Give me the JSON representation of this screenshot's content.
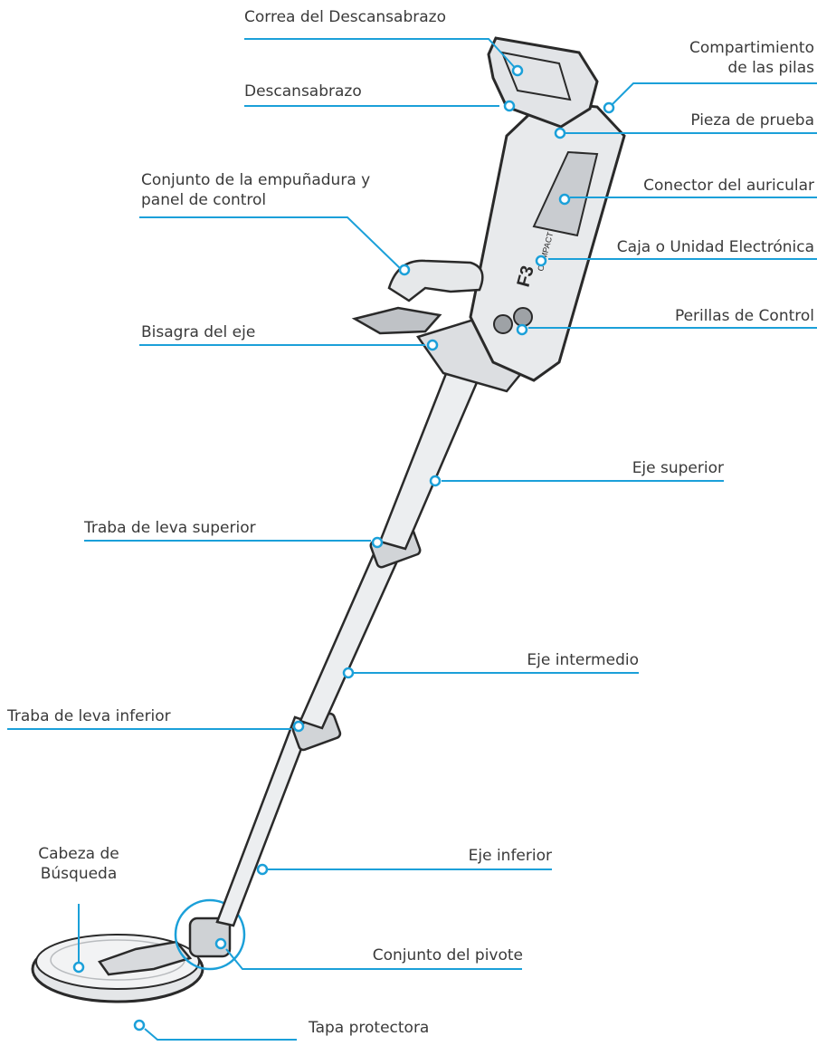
{
  "diagram": {
    "subject": "F3 Compact metal detector parts diagram",
    "device_marking": {
      "model": "F3",
      "variant": "COMPACT"
    },
    "accent_color": "#1ba0d9",
    "line_color": "#1ba0d9",
    "labels": {
      "armrest_strap": "Correa del Descansabrazo",
      "armrest": "Descansabrazo",
      "battery_compartment": "Compartimiento\nde las pilas",
      "test_piece": "Pieza de prueba",
      "grip_panel": "Conjunto de la empuñadura y\npanel de control",
      "headphone_connector": "Conector del auricular",
      "electronics_box": "Caja o Unidad Electrónica",
      "control_knobs": "Perillas de Control",
      "shaft_hinge": "Bisagra del eje",
      "upper_shaft": "Eje superior",
      "upper_cam_lock": "Traba de leva superior",
      "middle_shaft": "Eje intermedio",
      "lower_cam_lock": "Traba de leva inferior",
      "search_head": "Cabeza de\nBúsqueda",
      "lower_shaft": "Eje inferior",
      "pivot_assembly": "Conjunto del pivote",
      "protective_cover": "Tapa protectora"
    }
  }
}
